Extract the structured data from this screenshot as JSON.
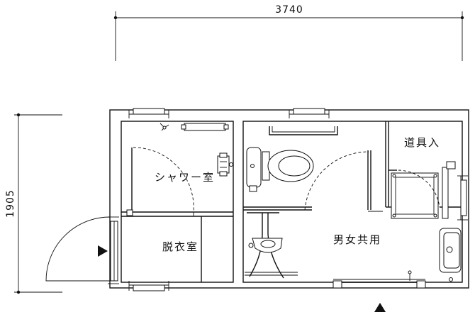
{
  "dimensions": {
    "width": "3740",
    "height": "1905"
  },
  "rooms": {
    "shower": "シャワー室",
    "dressing": "脱衣室",
    "toilet": "男女共用",
    "storage": "道具入"
  }
}
